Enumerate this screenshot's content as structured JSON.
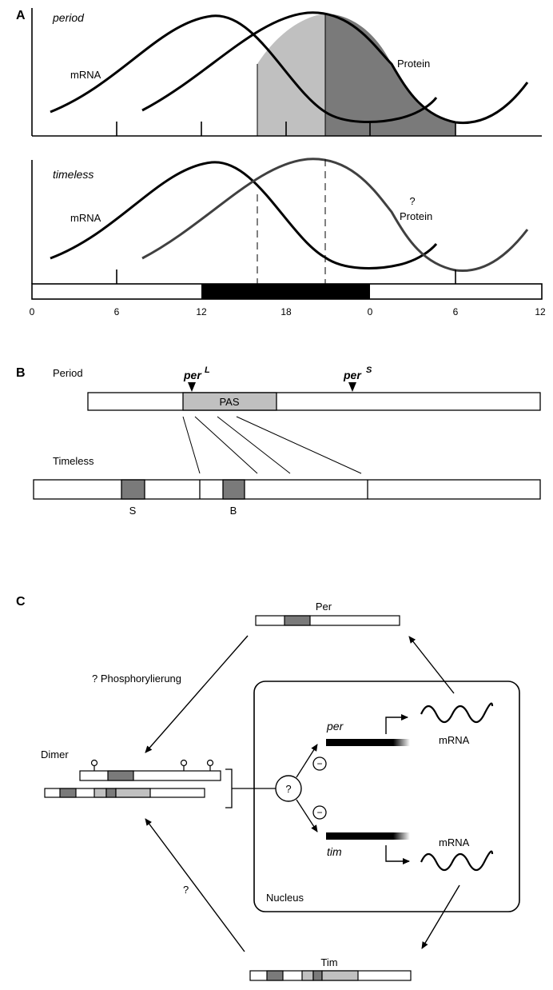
{
  "panel_a": {
    "letter": "A",
    "top_plot": {
      "title": "period",
      "curve_label_mrna": "mRNA",
      "curve_label_protein": "Protein"
    },
    "bottom_plot": {
      "title": "timeless",
      "curve_label_mrna": "mRNA",
      "curve_label_protein_q": "?",
      "curve_label_protein": "Protein"
    },
    "time_axis_ticks": [
      "0",
      "6",
      "12",
      "18",
      "0",
      "6",
      "12"
    ]
  },
  "panel_b": {
    "letter": "B",
    "period_label": "Period",
    "per_long": "per",
    "per_long_sup": "L",
    "per_short": "per",
    "per_short_sup": "S",
    "pas_label": "PAS",
    "timeless_label": "Timeless",
    "domain_s": "S",
    "domain_b": "B"
  },
  "panel_c": {
    "letter": "C",
    "per_label": "Per",
    "phospho_label": "? Phosphorylierung",
    "dimer_label": "Dimer",
    "question_circle": "?",
    "question_left": "?",
    "gene_per": "per",
    "gene_tim": "tim",
    "mrna_top": "mRNA",
    "mrna_bottom": "mRNA",
    "nucleus_label": "Nucleus",
    "tim_label": "Tim",
    "minus_sign": "−"
  },
  "colors": {
    "light_gray": "#c0c0c0",
    "dark_gray": "#7a7a7a",
    "black": "#000000"
  }
}
